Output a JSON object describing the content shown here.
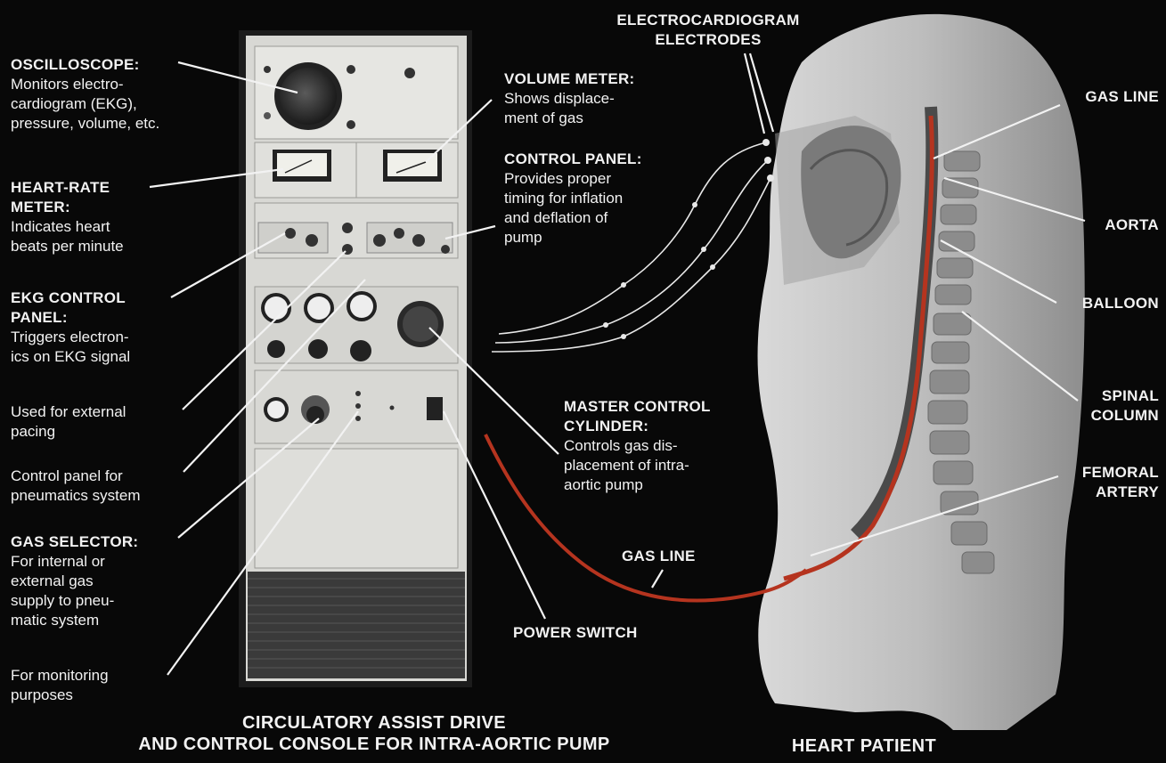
{
  "labels": {
    "oscilloscope": {
      "title": "OSCILLOSCOPE:",
      "lines": [
        "Monitors electro-",
        "cardiogram (EKG),",
        "pressure, volume, etc."
      ]
    },
    "heart_rate": {
      "title1": "HEART-RATE",
      "title2": "METER:",
      "lines": [
        "Indicates heart",
        "beats per minute"
      ]
    },
    "ekg_panel": {
      "title1": "EKG CONTROL",
      "title2": "PANEL:",
      "lines": [
        "Triggers electron-",
        "ics on EKG signal"
      ]
    },
    "pacing": {
      "lines": [
        "Used for external",
        "pacing"
      ]
    },
    "pneumatics": {
      "lines": [
        "Control panel for",
        "pneumatics system"
      ]
    },
    "gas_selector": {
      "title": "GAS SELECTOR:",
      "lines": [
        "For internal or",
        "external gas",
        "supply to pneu-",
        "matic system"
      ]
    },
    "monitoring": {
      "lines": [
        "For monitoring",
        "purposes"
      ]
    },
    "volume_meter": {
      "title": "VOLUME METER:",
      "lines": [
        "Shows displace-",
        "ment of gas"
      ]
    },
    "control_panel": {
      "title": "CONTROL PANEL:",
      "lines": [
        "Provides proper",
        "timing for inflation",
        "and deflation of",
        "pump"
      ]
    },
    "master_cylinder": {
      "title1": "MASTER CONTROL",
      "title2": "CYLINDER:",
      "lines": [
        "Controls gas dis-",
        "placement of intra-",
        "aortic pump"
      ]
    },
    "gas_line_bottom": "GAS LINE",
    "power_switch": "POWER SWITCH",
    "ekg_electrodes": [
      "ELECTROCARDIOGRAM",
      "ELECTRODES"
    ],
    "gas_line_right": "GAS LINE",
    "aorta": "AORTA",
    "balloon": "BALLOON",
    "spinal": [
      "SPINAL",
      "COLUMN"
    ],
    "femoral": [
      "FEMORAL",
      "ARTERY"
    ]
  },
  "captions": {
    "console_line1": "CIRCULATORY ASSIST DRIVE",
    "console_line2": "AND CONTROL CONSOLE FOR INTRA-AORTIC PUMP",
    "patient": "HEART PATIENT"
  },
  "colors": {
    "background": "#080808",
    "text": "#f2f2f2",
    "gas_line": "#b5341f",
    "console": "#d8d8d4"
  }
}
